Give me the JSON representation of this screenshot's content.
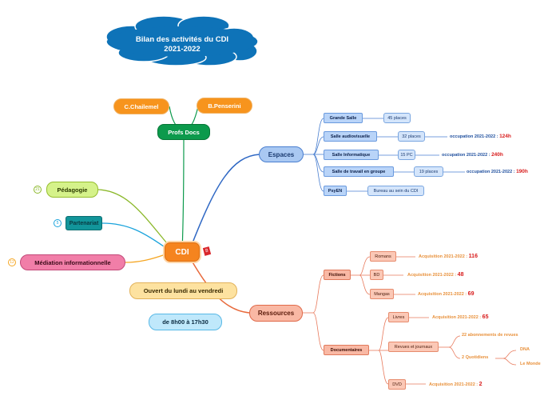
{
  "title": {
    "line1": "Bilan des activités du CDI",
    "line2": "2021-2022"
  },
  "root": {
    "label": "CDI",
    "badge": "8"
  },
  "profs": {
    "label": "Profs Docs",
    "names": [
      "C.Chailemel",
      "B.Penserini"
    ]
  },
  "left_topics": {
    "pedagogie": {
      "label": "Pédagogie",
      "count": "21"
    },
    "partenariat": {
      "label": "Partenariat",
      "count": "5"
    },
    "mediation": {
      "label": "Médiation informationnelle",
      "count": "12"
    }
  },
  "horaires": {
    "jours": "Ouvert du lundi au vendredi",
    "heures": "de 8h00 à 17h30"
  },
  "espaces": {
    "label": "Espaces",
    "occupation_prefix": "occupation 2021-2022 :",
    "items": [
      {
        "name": "Grande Salle",
        "detail": "45 places"
      },
      {
        "name": "Salle audiovisuelle",
        "detail": "32 places",
        "occupation": "124h"
      },
      {
        "name": "Salle Informatique",
        "detail": "15 PC",
        "occupation": "240h"
      },
      {
        "name": "Salle de travail en groupe",
        "detail": "19 places",
        "occupation": "190h"
      },
      {
        "name": "PsyEN",
        "detail": "Bureau au sein du CDI"
      }
    ]
  },
  "ressources": {
    "label": "Ressources",
    "acq_prefix": "Acquisition 2021-2022 :",
    "fictions": {
      "label": "Fictions",
      "items": [
        {
          "name": "Romans",
          "value": "116"
        },
        {
          "name": "BD",
          "value": "48"
        },
        {
          "name": "Mangas",
          "value": "69"
        }
      ]
    },
    "documentaires": {
      "label": "Documentaires",
      "livres": {
        "name": "Livres",
        "value": "65"
      },
      "revues": {
        "name": "Revues et journaux",
        "abonnements": "22 abonnements de revues",
        "quotidiens": "2 Quotidiens",
        "papers": [
          "DNA",
          "Le Monde"
        ]
      },
      "dvd": {
        "name": "DVD",
        "value": "2"
      }
    }
  },
  "colors": {
    "root": "#f5841f",
    "espaces": "#2f68c4",
    "ressources": "#e86a3c",
    "profs": "#0c9a4c",
    "pedagogie": "#8bb82a",
    "partenariat": "#1aa3dc",
    "mediation": "#f5a623",
    "value_red": "#d81b1b"
  }
}
